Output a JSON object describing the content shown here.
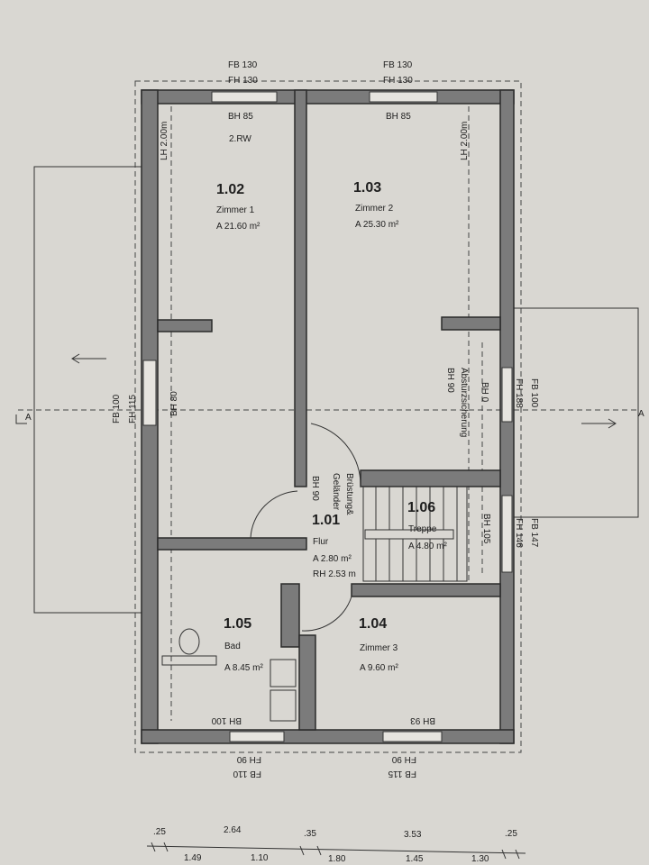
{
  "rooms": [
    {
      "id": "1.01",
      "name": "Flur",
      "area": "A 2.80 m²",
      "height": "RH 2.53 m"
    },
    {
      "id": "1.02",
      "name": "Zimmer 1",
      "area": "A 21.60 m²"
    },
    {
      "id": "1.03",
      "name": "Zimmer 2",
      "area": "A 25.30 m²"
    },
    {
      "id": "1.04",
      "name": "Zimmer 3",
      "area": "A 9.60 m²"
    },
    {
      "id": "1.05",
      "name": "Bad",
      "area": "A 8.45 m²"
    },
    {
      "id": "1.06",
      "name": "Treppe",
      "area": "A 4.80 m²"
    }
  ],
  "labels": {
    "top_left_fb": "FB 130",
    "top_left_fh": "FH 130",
    "top_right_fb": "FB 130",
    "top_right_fh": "FH 130",
    "bh85_left": "BH 85",
    "rw": "2.RW",
    "bh85_right": "BH 85",
    "lh_left": "LH 2.00m",
    "lh_right": "LH 2.00m",
    "left_fb": "FB 100",
    "left_fh": "FH 115",
    "bh80": "BH 80",
    "bh90_right": "BH 90",
    "absturz": "Absturzsicherung",
    "bh0": "BH 0",
    "right_fb": "FB 100",
    "right_fh": "FH 188",
    "bruestung": "Brüstung&",
    "gelaender": "Geländer",
    "bh90_flur": "BH 90",
    "bh105": "BH 105",
    "stair_fb": "FB 147",
    "stair_fh": "FH 146",
    "bh100": "BH 100",
    "bh93": "BH 93",
    "bottom_left_fh": "FH 90",
    "bottom_left_fb": "FB 110",
    "bottom_right_fh": "FH 90",
    "bottom_right_fb": "FB 115",
    "section_left": "A",
    "section_right": "A"
  },
  "dimensions": {
    "row1": [
      ".25",
      "2.64",
      ".35",
      "3.53",
      ".25"
    ],
    "row2": [
      "1.49",
      "1.10",
      "1.80",
      "1.45",
      "1.30"
    ]
  }
}
